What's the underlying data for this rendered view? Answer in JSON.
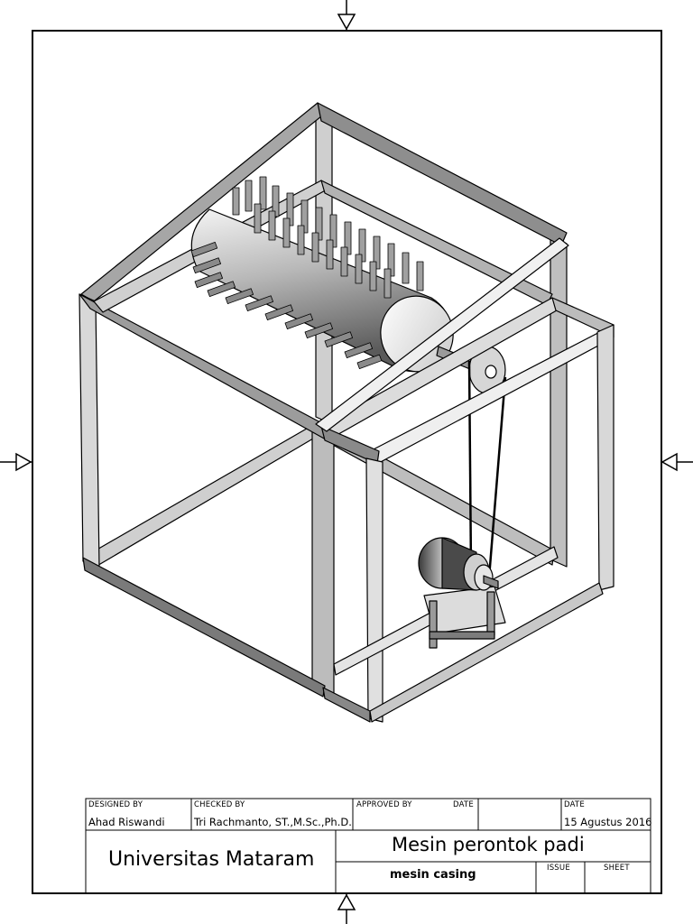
{
  "drawing": {
    "description_icon": "isometric-machine-drawing",
    "title_block": {
      "designed_by_label": "DESIGNED BY",
      "designed_by_value": "Ahad Riswandi",
      "checked_by_label": "CHECKED BY",
      "checked_by_value": "Tri Rachmanto, ST.,M.Sc.,Ph.D.",
      "approved_by_label": "APPROVED BY",
      "date_label_1": "DATE",
      "date_label_2": "DATE",
      "date_value": "15 Agustus 2016",
      "organization": "Universitas Mataram",
      "title": "Mesin perontok padi",
      "subtitle": "mesin casing",
      "issue_label": "ISSUE",
      "sheet_label": "SHEET"
    }
  },
  "colors": {
    "line": "#000000",
    "frame_light": "#d8d8d8",
    "frame_mid": "#9a9a9a",
    "frame_dark": "#3a3a3a",
    "drum_light": "#f2f2f2",
    "drum_dark": "#6e6e6e"
  }
}
